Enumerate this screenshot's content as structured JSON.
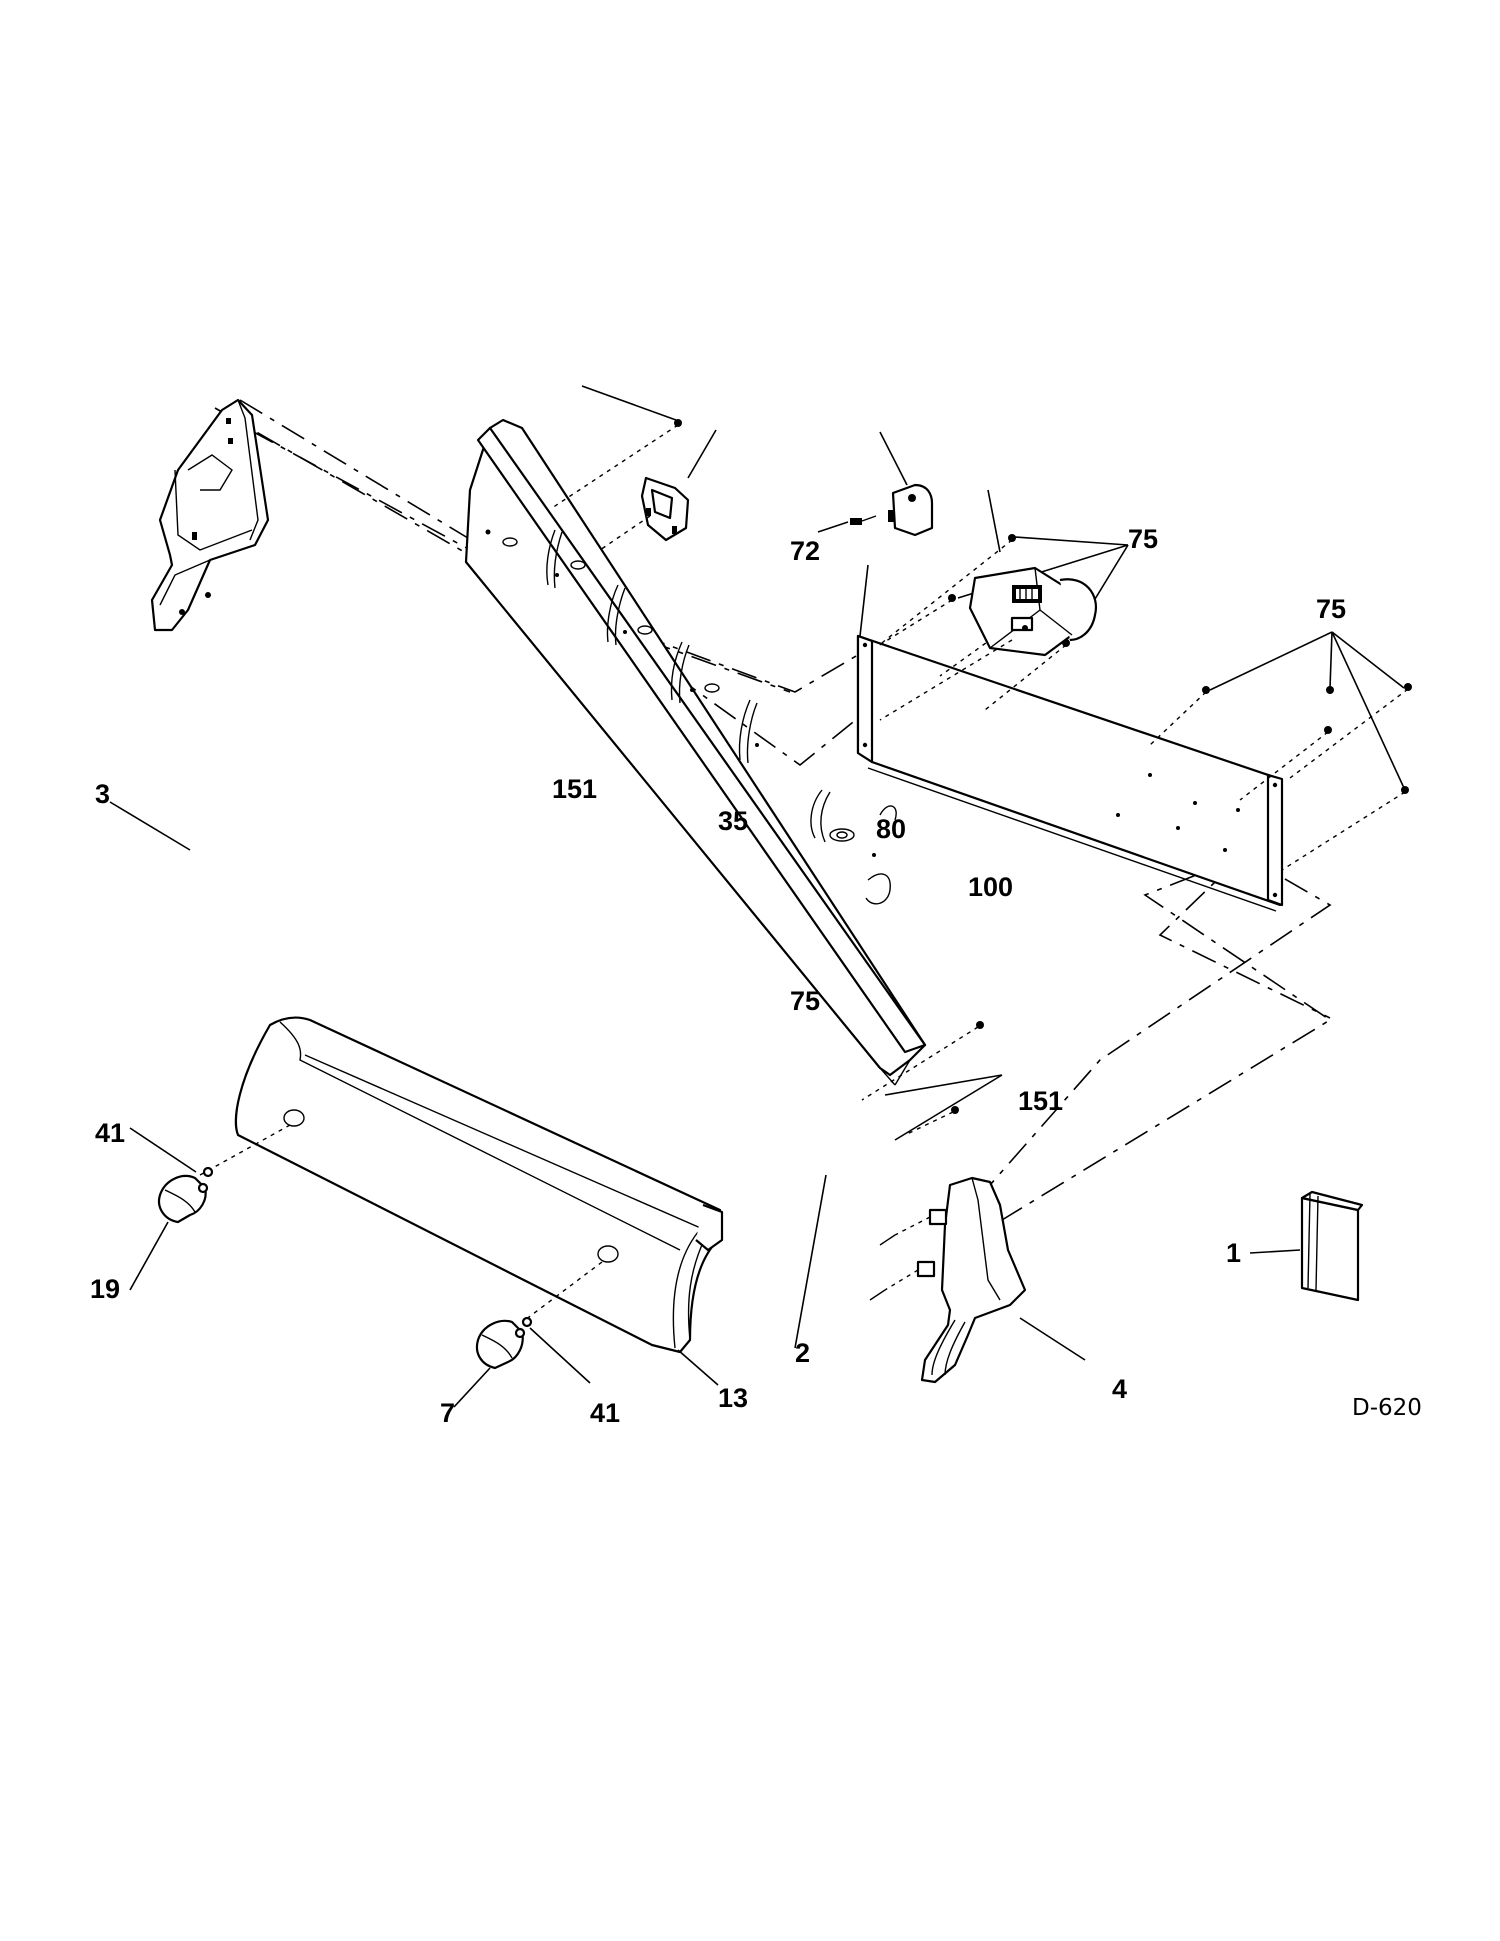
{
  "diagram": {
    "code": "D-620",
    "callouts": {
      "c72": "72",
      "c75_top": "75",
      "c75_right": "75",
      "c75_mid": "75",
      "c3": "3",
      "c151_top": "151",
      "c35": "35",
      "c80": "80",
      "c100": "100",
      "c151_right": "151",
      "c41_left": "41",
      "c19": "19",
      "c2": "2",
      "c1": "1",
      "c4": "4",
      "c7": "7",
      "c41_bottom": "41",
      "c13": "13"
    }
  }
}
